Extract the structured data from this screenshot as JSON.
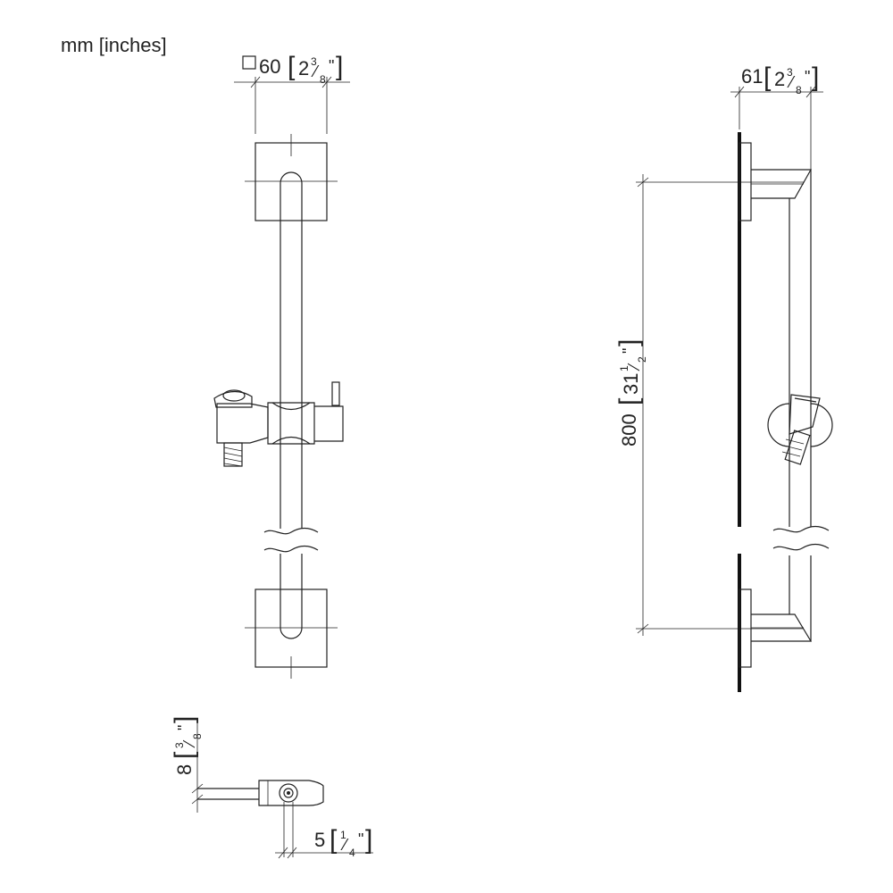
{
  "units_label": "mm [inches]",
  "front_view": {
    "width_mm": "60",
    "width_in_whole": "2",
    "width_in_num": "3",
    "width_in_den": "8",
    "width_symbol": "square-symbol"
  },
  "side_view": {
    "depth_mm": "61",
    "depth_in_whole": "2",
    "depth_in_num": "3",
    "depth_in_den": "8",
    "length_mm": "800",
    "length_in_whole": "31",
    "length_in_num": "1",
    "length_in_den": "2"
  },
  "bottom_view": {
    "offset_mm": "8",
    "offset_in_num": "3",
    "offset_in_den": "8",
    "gap_mm": "5",
    "gap_in_num": "1",
    "gap_in_den": "4"
  },
  "inch_mark": "\"",
  "fraction_slash": "⁄"
}
